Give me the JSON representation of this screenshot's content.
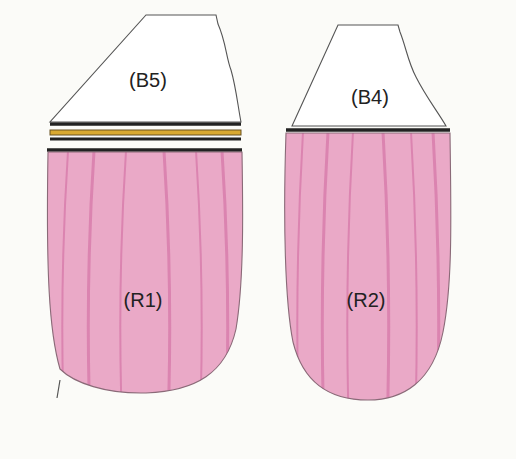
{
  "diagram": {
    "nodes": [
      {
        "text": [
          "(B5)"
        ]
      },
      {
        "text": [
          "(B4)"
        ]
      },
      {
        "text": [
          "(R1)"
        ]
      },
      {
        "text": [
          "(R2)"
        ]
      }
    ]
  }
}
